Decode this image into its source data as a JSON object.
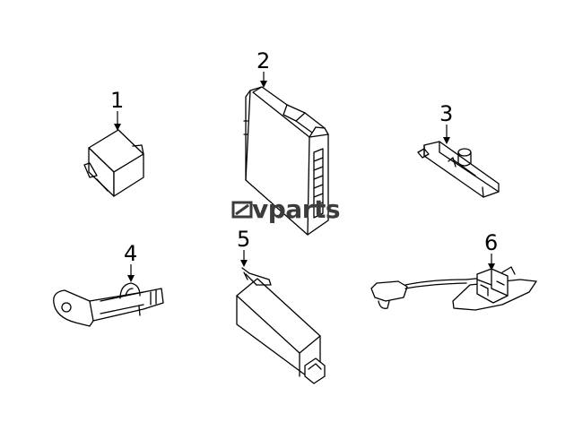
{
  "watermark": {
    "text": "vparts"
  },
  "callouts": [
    {
      "id": "1",
      "label": "1"
    },
    {
      "id": "2",
      "label": "2"
    },
    {
      "id": "3",
      "label": "3"
    },
    {
      "id": "4",
      "label": "4"
    },
    {
      "id": "5",
      "label": "5"
    },
    {
      "id": "6",
      "label": "6"
    }
  ]
}
